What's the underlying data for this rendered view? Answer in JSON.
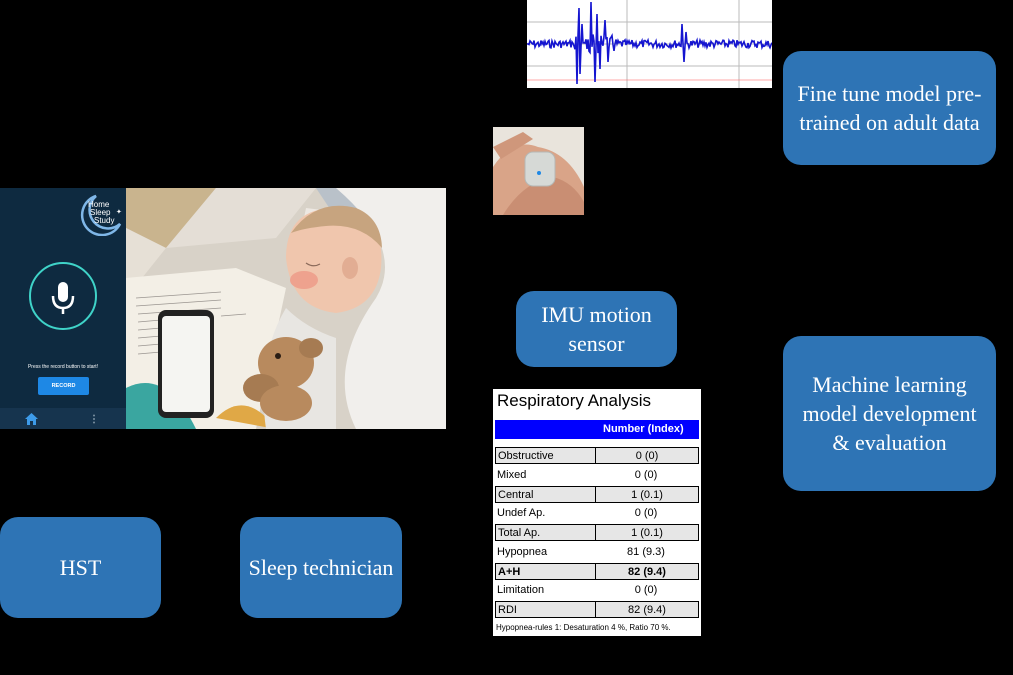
{
  "boxes": {
    "fine_tune": "Fine tune model pre-trained on adult data",
    "imu": "IMU motion sensor",
    "ml": "Machine learning model development & evaluation",
    "hst": "HST",
    "sleep_tech": "Sleep technician"
  },
  "app": {
    "logo_line1": "Home",
    "logo_line2": "Sleep",
    "logo_line3": "Study",
    "instruction": "Press the record button to start!",
    "record_button": "RECORD",
    "nav_home_icon": "home-icon",
    "nav_more_icon": "more-vertical-icon"
  },
  "respiratory": {
    "title": "Respiratory Analysis",
    "column_header": "Number (Index)",
    "rows": [
      {
        "label": "Obstructive",
        "value": "0 (0)"
      },
      {
        "label": "Mixed",
        "value": "0 (0)"
      },
      {
        "label": "Central",
        "value": "1 (0.1)"
      },
      {
        "label": "Undef Ap.",
        "value": "0 (0)"
      },
      {
        "label": "Total Ap.",
        "value": "1 (0.1)"
      },
      {
        "label": "Hypopnea",
        "value": "81 (9.3)"
      },
      {
        "label": "A+H",
        "value": "82 (9.4)"
      },
      {
        "label": "Limitation",
        "value": "0 (0)"
      },
      {
        "label": "RDI",
        "value": "82 (9.4)"
      }
    ],
    "footnote": "Hypopnea-rules 1: Desaturation 4 %,    Ratio 70 %."
  },
  "colors": {
    "box_fill": "#2e74b5",
    "background": "#000000",
    "wave": "#1010d0",
    "table_header": "#0000ff"
  }
}
